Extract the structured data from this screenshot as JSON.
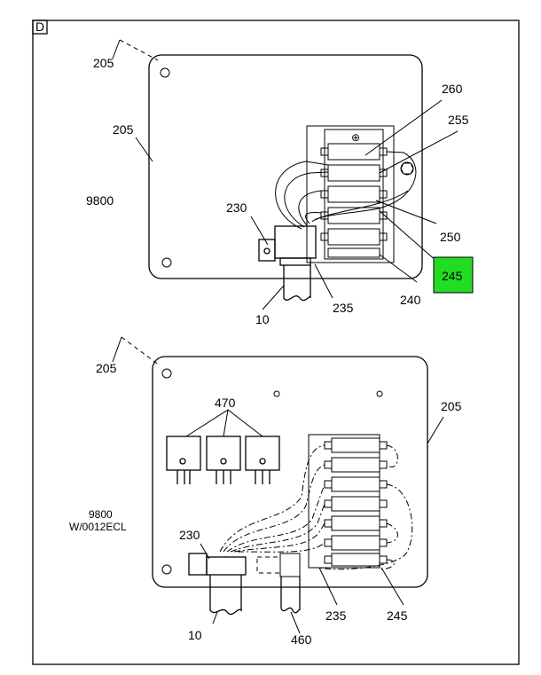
{
  "view_id": "D",
  "highlight_color": "#22dd22",
  "upper": {
    "panel_label": "9800",
    "callouts": {
      "c205_top": "205",
      "c205_left": "205",
      "c260": "260",
      "c255": "255",
      "c230": "230",
      "c250": "250",
      "c245": "245",
      "c240": "240",
      "c235": "235",
      "c10": "10"
    }
  },
  "lower": {
    "panel_label_line1": "9800",
    "panel_label_line2": "W/0012ECL",
    "callouts": {
      "c205_top": "205",
      "c205_right": "205",
      "c470": "470",
      "c230": "230",
      "c235": "235",
      "c245": "245",
      "c10": "10",
      "c460": "460"
    }
  }
}
